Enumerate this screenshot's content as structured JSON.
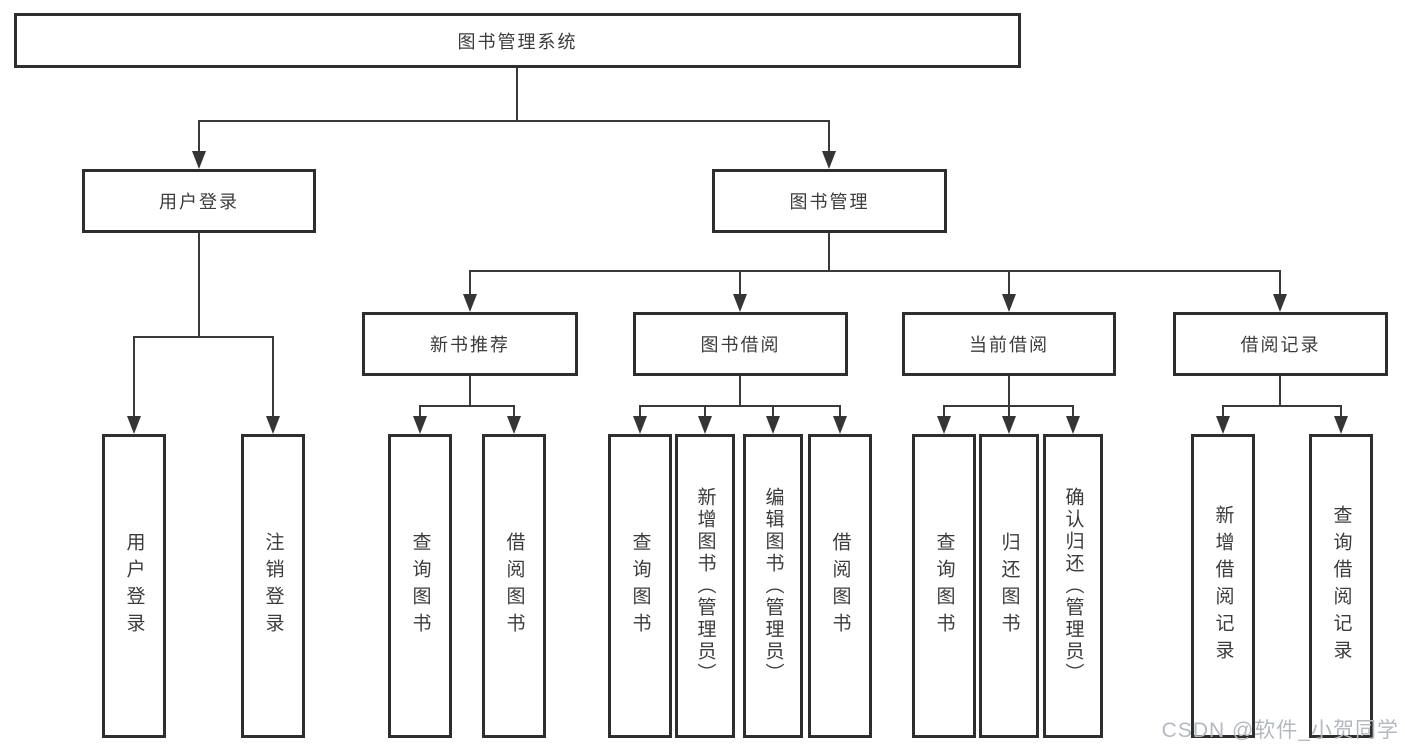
{
  "diagram": {
    "type": "hierarchy-functional-structure",
    "watermark": "CSDN @软件_小贺同学",
    "colors": {
      "background": "#ffffff",
      "box_border": "#2e2e2e",
      "line": "#3a3a3a",
      "text": "#3c3c3c",
      "watermark": "#b4b8bf"
    }
  },
  "tree": {
    "label": "图书管理系统",
    "children": [
      {
        "label": "用户登录",
        "children": [
          {
            "label": "用户登录"
          },
          {
            "label": "注销登录"
          }
        ]
      },
      {
        "label": "图书管理",
        "children": [
          {
            "label": "新书推荐",
            "children": [
              {
                "label": "查询图书"
              },
              {
                "label": "借阅图书"
              }
            ]
          },
          {
            "label": "图书借阅",
            "children": [
              {
                "label": "查询图书"
              },
              {
                "label": "新增图书（管理员）"
              },
              {
                "label": "编辑图书（管理员）"
              },
              {
                "label": "借阅图书"
              }
            ]
          },
          {
            "label": "当前借阅",
            "children": [
              {
                "label": "查询图书"
              },
              {
                "label": "归还图书"
              },
              {
                "label": "确认归还（管理员）"
              }
            ]
          },
          {
            "label": "借阅记录",
            "children": [
              {
                "label": "新增借阅记录"
              },
              {
                "label": "查询借阅记录"
              }
            ]
          }
        ]
      }
    ]
  }
}
